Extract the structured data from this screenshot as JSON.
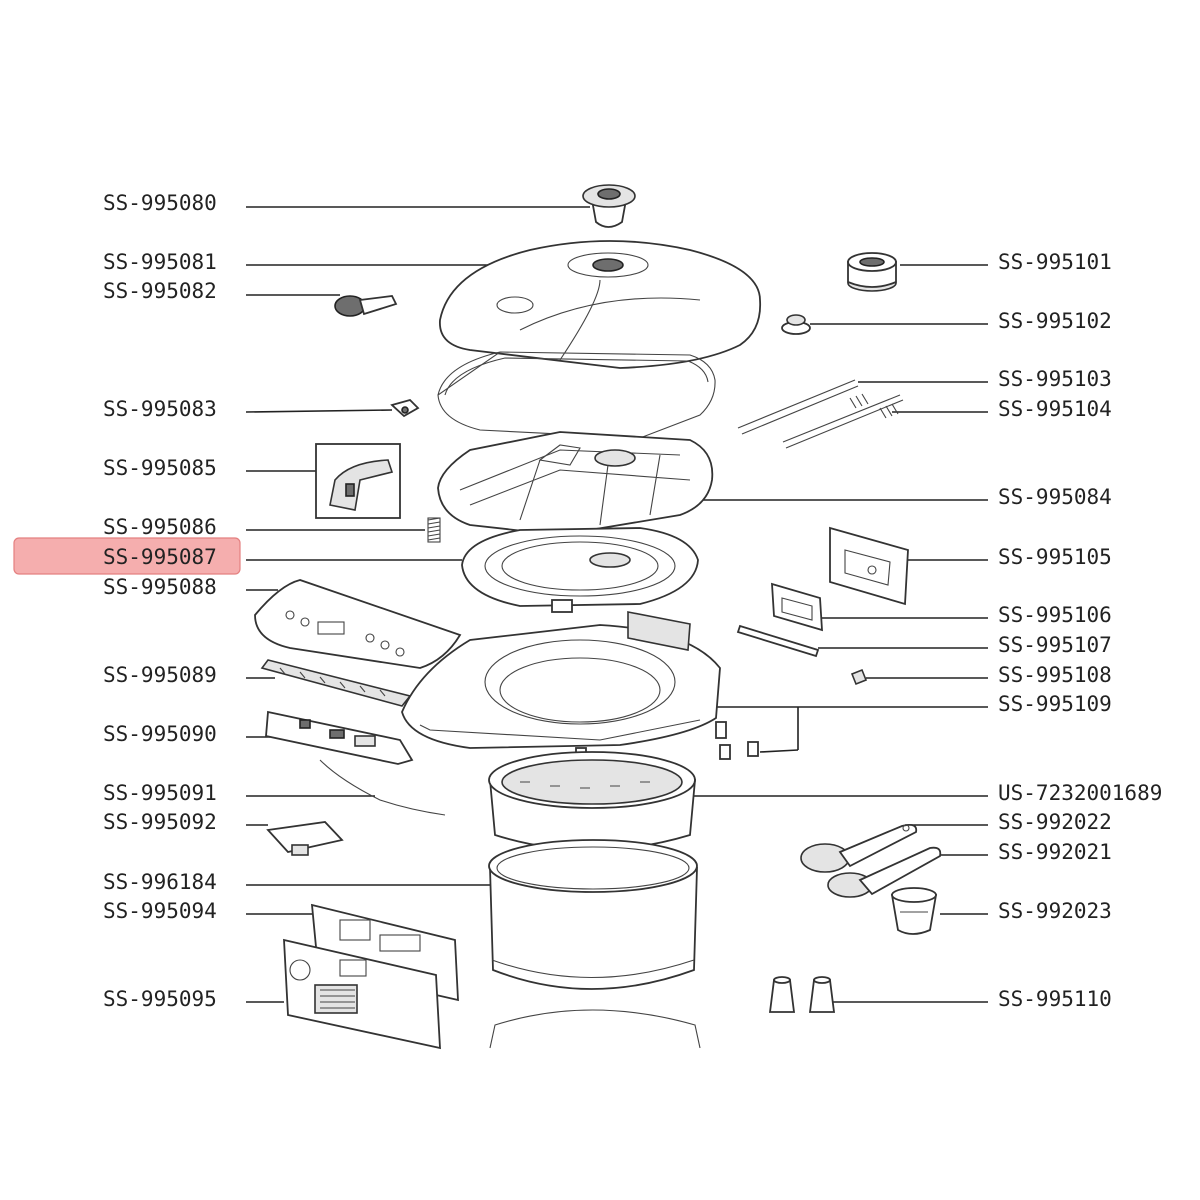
{
  "highlight_part": "SS-995087",
  "colors": {
    "highlight": "#f4a0a0",
    "line": "#222222",
    "background": "#ffffff"
  },
  "labels": {
    "ss_995080": "SS-995080",
    "ss_995081": "SS-995081",
    "ss_995082": "SS-995082",
    "ss_995083": "SS-995083",
    "ss_995085": "SS-995085",
    "ss_995086": "SS-995086",
    "ss_995087": "SS-995087",
    "ss_995088": "SS-995088",
    "ss_995089": "SS-995089",
    "ss_995090": "SS-995090",
    "ss_995091": "SS-995091",
    "ss_995092": "SS-995092",
    "ss_996184": "SS-996184",
    "ss_995094": "SS-995094",
    "ss_995095": "SS-995095",
    "ss_995101": "SS-995101",
    "ss_995102": "SS-995102",
    "ss_995103": "SS-995103",
    "ss_995104": "SS-995104",
    "ss_995084": "SS-995084",
    "ss_995105": "SS-995105",
    "ss_995106": "SS-995106",
    "ss_995107": "SS-995107",
    "ss_995108": "SS-995108",
    "ss_995109": "SS-995109",
    "us_7232001689": "US-7232001689",
    "ss_992022": "SS-992022",
    "ss_992021": "SS-992021",
    "ss_992023": "SS-992023",
    "ss_995110": "SS-995110"
  }
}
